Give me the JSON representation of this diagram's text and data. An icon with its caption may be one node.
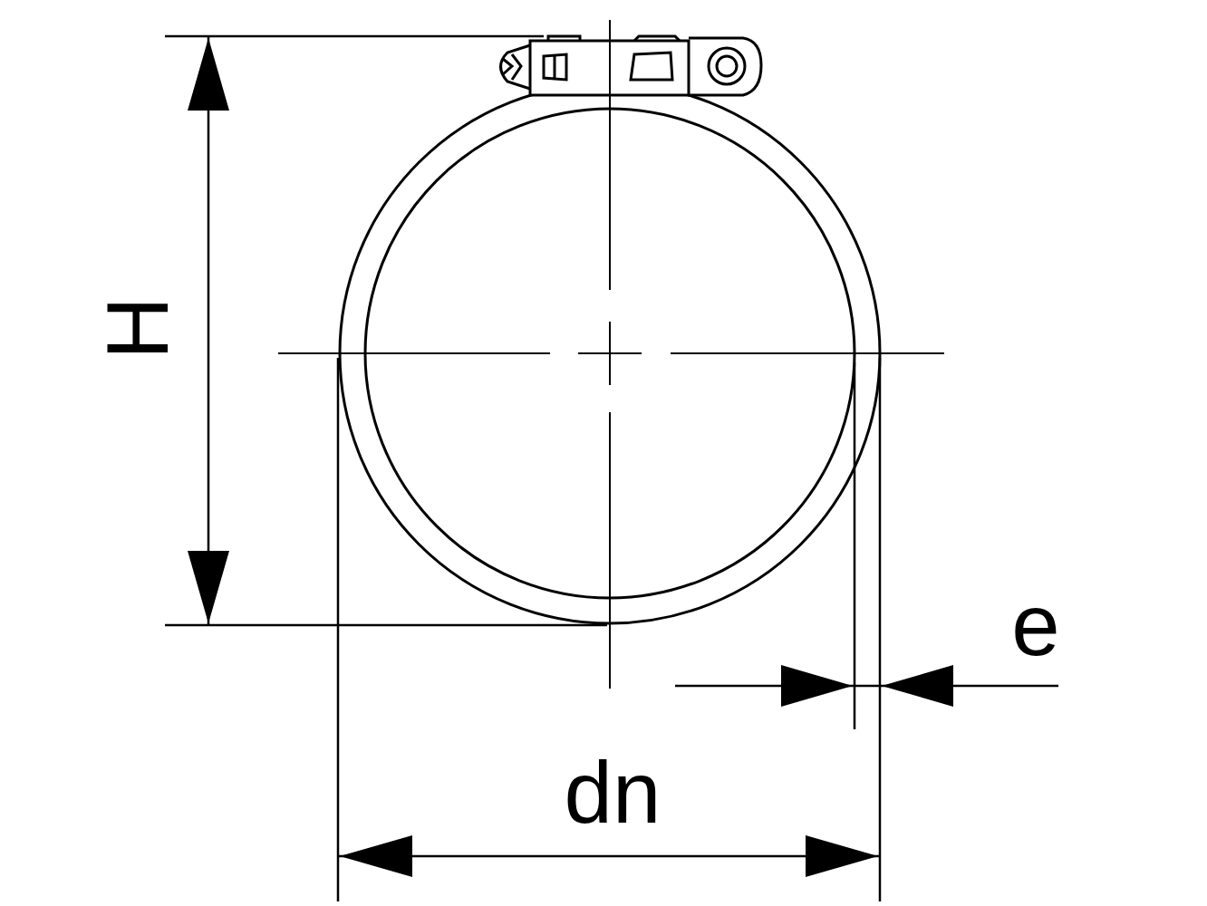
{
  "diagram": {
    "labels": [
      "H",
      "e",
      "dn"
    ]
  }
}
